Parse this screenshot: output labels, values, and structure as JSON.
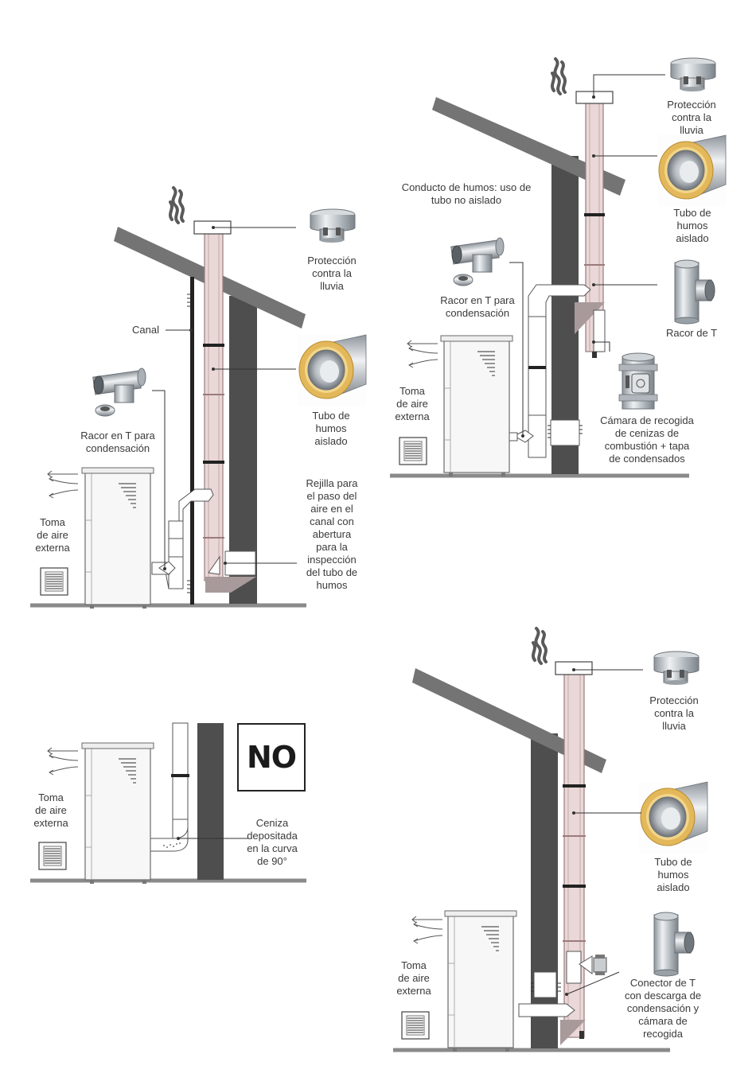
{
  "colors": {
    "chimney": "#4e4e4e",
    "roof": "#747474",
    "flue_pink": "#e8d6d6",
    "flue_stroke": "#a08080",
    "ground": "#8a8a8a",
    "steel": "#bfc4c8",
    "insulation": "#e9c46a",
    "smoke": "#5c5c5c"
  },
  "icons": [
    "rain-cap-icon",
    "insulated-pipe-icon",
    "tee-fitting-icon",
    "ash-chamber-icon",
    "air-grille-icon",
    "smoke-icon",
    "stove-icon"
  ],
  "panel1": {
    "rain_protection": [
      "Protección",
      "contra la",
      "lluvia"
    ],
    "channel": [
      "Canal"
    ],
    "insulated_pipe": [
      "Tubo de",
      "humos",
      "aislado"
    ],
    "tee_condensation": [
      "Racor en T para",
      "condensación"
    ],
    "air_intake": [
      "Toma",
      "de aire",
      "externa"
    ],
    "grille": [
      "Rejilla para",
      "el paso del",
      "aire en el",
      "canal con",
      "abertura",
      "para la",
      "inspección",
      "del tubo de",
      "humos"
    ]
  },
  "panel2": {
    "rain_protection": [
      "Protección",
      "contra la",
      "lluvia"
    ],
    "flue_uninsulated": [
      "Conducto de humos: uso de",
      "tubo no aislado"
    ],
    "insulated_pipe": [
      "Tubo de",
      "humos",
      "aislado"
    ],
    "tee_condensation": [
      "Racor en T para",
      "condensación"
    ],
    "tee_fitting": [
      "Racor de T"
    ],
    "air_intake": [
      "Toma",
      "de aire",
      "externa"
    ],
    "ash_chamber": [
      "Cámara de recogida",
      "de cenizas de",
      "combustión + tapa",
      "de condensados"
    ]
  },
  "panel3": {
    "no_badge": "NO",
    "air_intake": [
      "Toma",
      "de aire",
      "externa"
    ],
    "ash_note": [
      "Ceniza",
      "depositada",
      "en la curva",
      "de 90°"
    ]
  },
  "panel4": {
    "rain_protection": [
      "Protección",
      "contra la",
      "lluvia"
    ],
    "insulated_pipe": [
      "Tubo de",
      "humos",
      "aislado"
    ],
    "air_intake": [
      "Toma",
      "de aire",
      "externa"
    ],
    "tee_connector": [
      "Conector de T",
      "con descarga de",
      "condensación y",
      "cámara de",
      "recogida"
    ]
  }
}
